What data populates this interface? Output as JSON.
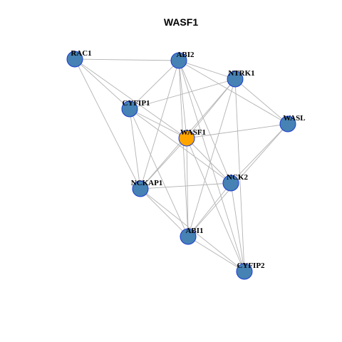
{
  "title": "WASF1",
  "colors": {
    "node_default": "#4682b4",
    "node_highlight": "#ffa500",
    "node_border": "#1a3bd1",
    "edge": "#b3b3b3"
  },
  "nodes": [
    {
      "id": "RAC1",
      "label": "RAC1",
      "highlight": false
    },
    {
      "id": "ABI2",
      "label": "ABI2",
      "highlight": false
    },
    {
      "id": "NTRK1",
      "label": "NTRK1",
      "highlight": false
    },
    {
      "id": "CYFIP1",
      "label": "CYFIP1",
      "highlight": false
    },
    {
      "id": "WASF1",
      "label": "WASF1",
      "highlight": true
    },
    {
      "id": "WASL",
      "label": "WASL",
      "highlight": false
    },
    {
      "id": "NCK2",
      "label": "NCK2",
      "highlight": false
    },
    {
      "id": "NCKAP1",
      "label": "NCKAP1",
      "highlight": false
    },
    {
      "id": "ABI1",
      "label": "ABI1",
      "highlight": false
    },
    {
      "id": "CYFIP2",
      "label": "CYFIP2",
      "highlight": false
    }
  ],
  "edges": [
    [
      "RAC1",
      "ABI2"
    ],
    [
      "RAC1",
      "CYFIP1"
    ],
    [
      "RAC1",
      "WASF1"
    ],
    [
      "RAC1",
      "NCKAP1"
    ],
    [
      "ABI2",
      "NTRK1"
    ],
    [
      "ABI2",
      "CYFIP1"
    ],
    [
      "ABI2",
      "WASF1"
    ],
    [
      "ABI2",
      "WASL"
    ],
    [
      "ABI2",
      "NCK2"
    ],
    [
      "ABI2",
      "NCKAP1"
    ],
    [
      "ABI2",
      "ABI1"
    ],
    [
      "ABI2",
      "CYFIP2"
    ],
    [
      "NTRK1",
      "CYFIP1"
    ],
    [
      "NTRK1",
      "WASF1"
    ],
    [
      "NTRK1",
      "WASL"
    ],
    [
      "NTRK1",
      "NCKAP1"
    ],
    [
      "NTRK1",
      "ABI1"
    ],
    [
      "NTRK1",
      "CYFIP2"
    ],
    [
      "CYFIP1",
      "WASF1"
    ],
    [
      "CYFIP1",
      "NCK2"
    ],
    [
      "CYFIP1",
      "NCKAP1"
    ],
    [
      "CYFIP1",
      "ABI1"
    ],
    [
      "WASF1",
      "WASL"
    ],
    [
      "WASF1",
      "NCK2"
    ],
    [
      "WASF1",
      "NCKAP1"
    ],
    [
      "WASF1",
      "ABI1"
    ],
    [
      "WASF1",
      "CYFIP2"
    ],
    [
      "WASL",
      "NCK2"
    ],
    [
      "WASL",
      "ABI1"
    ],
    [
      "NCK2",
      "NCKAP1"
    ],
    [
      "NCK2",
      "ABI1"
    ],
    [
      "NCK2",
      "CYFIP2"
    ],
    [
      "NCKAP1",
      "ABI1"
    ],
    [
      "NCKAP1",
      "CYFIP2"
    ],
    [
      "ABI1",
      "CYFIP2"
    ]
  ]
}
